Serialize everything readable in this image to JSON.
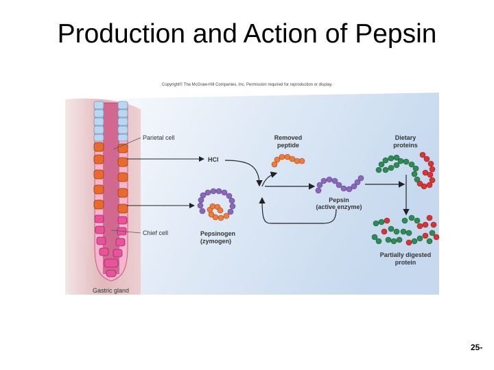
{
  "slide": {
    "title": "Production and Action of Pepsin",
    "copyright": "Copyright© The McGraw-Hill Companies, Inc. Permission required for reproduction or display.",
    "page_number": "25-"
  },
  "labels": {
    "parietal_cell": "Parietal cell",
    "chief_cell": "Chief cell",
    "gastric_gland": "Gastric gland",
    "hcl": "HCl",
    "removed_peptide": [
      "Removed",
      "peptide"
    ],
    "dietary_proteins": [
      "Dietary",
      "proteins"
    ],
    "pepsin": [
      "Pepsin",
      "(active enzyme)"
    ],
    "pepsinogen": [
      "Pepsinogen",
      "(zymogen)"
    ],
    "partially_digested": [
      "Partially digested",
      "protein"
    ]
  },
  "colors": {
    "background_gradient_start": "#ffffff",
    "background_gradient_end": "#c9dbef",
    "tissue": "#e5b7b8",
    "gland_pink": "#e24a8e",
    "parietal_orange": "#e86a2c",
    "pepsin_purple": "#8a67b8",
    "peptide_orange": "#f07b3c",
    "protein_green": "#2e8b57",
    "protein_red": "#d83434",
    "arrow": "#222222"
  }
}
